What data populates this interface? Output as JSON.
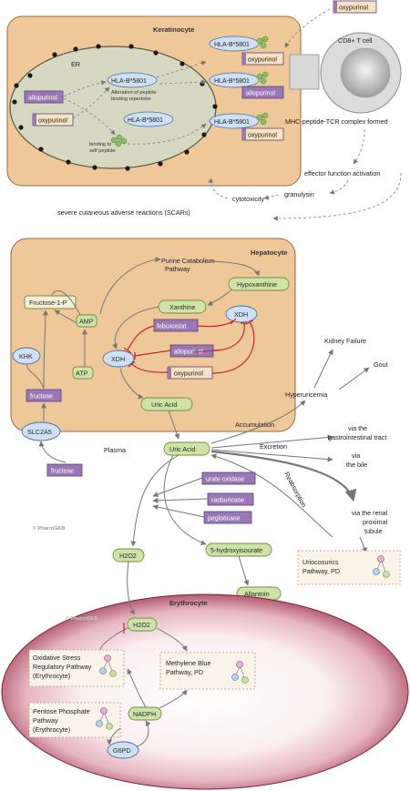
{
  "keratinocyte": {
    "title": "Keratinocyte",
    "er_label": "ER",
    "drugs": [
      "allopurinol",
      "oxypurinol"
    ],
    "hla_er": [
      "HLA-B*5801",
      "HLA-B*5801"
    ],
    "alteration_note": [
      "Alteration of peptide",
      "binding repertoire"
    ],
    "binding_note": [
      "binding to",
      "self peptide"
    ],
    "hla_surface": [
      "HLA-B*5801",
      "HLA-B*5801",
      "HLA-B*5801"
    ],
    "surface_drugs": [
      "oxypurinol",
      "allopurinol",
      "oxypurinol"
    ],
    "top_drug": "oxypurinol"
  },
  "immune": {
    "tcell": "CD8+ T cell",
    "complex": "MHC-peptide-TCR complex formed",
    "effector": "effector function activation",
    "granulysin": "granulysin",
    "cytotoxicity": "cytotoxicity",
    "scars": "severe cutaneous adverse reactions (SCARs)"
  },
  "hepatocyte": {
    "title": "Hepatocyte",
    "purine": [
      "Purine Catabolism",
      "Pathway"
    ],
    "hypoxanthine": "Hypoxanthine",
    "xanthine": "Xanthine",
    "xdh": "XDH",
    "febuxostat": "febuxostat",
    "allopurinol": "allopurinol",
    "oxypurinol": "oxypurinol",
    "fructose1p": "Fructose-1-P",
    "amp": "AMP",
    "atp": "ATP",
    "khk": "KHK",
    "fructose": "fructose",
    "slc2a5": "SLC2A5",
    "uric_acid": "Uric Acid"
  },
  "plasma": {
    "label": "Plasma",
    "uric_acid": "Uric Acid",
    "fructose": "fructose",
    "accumulation": "Accumulation",
    "hyperuricemia": "Hyperuricemia",
    "kidney_failure": "Kidney Failure",
    "gout": "Gout",
    "excretion": "Excretion",
    "gi": [
      "via the",
      "gastrointestinal tract"
    ],
    "bile": [
      "via",
      "the bile"
    ],
    "reabsorption": "Reabsorption",
    "renal": [
      "via the renal",
      "proximal",
      "tubule"
    ],
    "uricosurics": [
      "Uriocosurics",
      "Pathway, PD"
    ],
    "enzymes": [
      "urate oxidase",
      "rasburicase",
      "pegloticase"
    ],
    "h2o2": "H2O2",
    "hydroxyisourate": "5-hydroxyisourate",
    "allantoin": "Allantoin",
    "watermark": "© PharmGKB"
  },
  "erythrocyte": {
    "title": "Erythrocyte",
    "h2o2": "H2O2",
    "oxidative": [
      "Oxidative Stress",
      "Regulatory Pathway",
      "(Erythrocyte)"
    ],
    "methylene": [
      "Methylene Blue",
      "Pathway, PD"
    ],
    "nadph": "NADPH",
    "pentose": [
      "Pentose Phosphate",
      "Pathway",
      "(Erythrocyte)"
    ],
    "g6pd": "G6PD",
    "watermark": "© PharmGKB"
  },
  "colors": {
    "cell_fill": "#efc89a",
    "cell_stroke": "#9a6a3e",
    "er_fill": "#d7d8c2",
    "node_green": "#cfe3a9",
    "node_stroke": "#6f8f3e",
    "drug_purple": "#9a78b6",
    "hla_blue": "#cfe0f4",
    "inhibit_red": "#c0272d",
    "erythro_core": "#ffffff",
    "erythro_edge": "#9b2d48"
  }
}
